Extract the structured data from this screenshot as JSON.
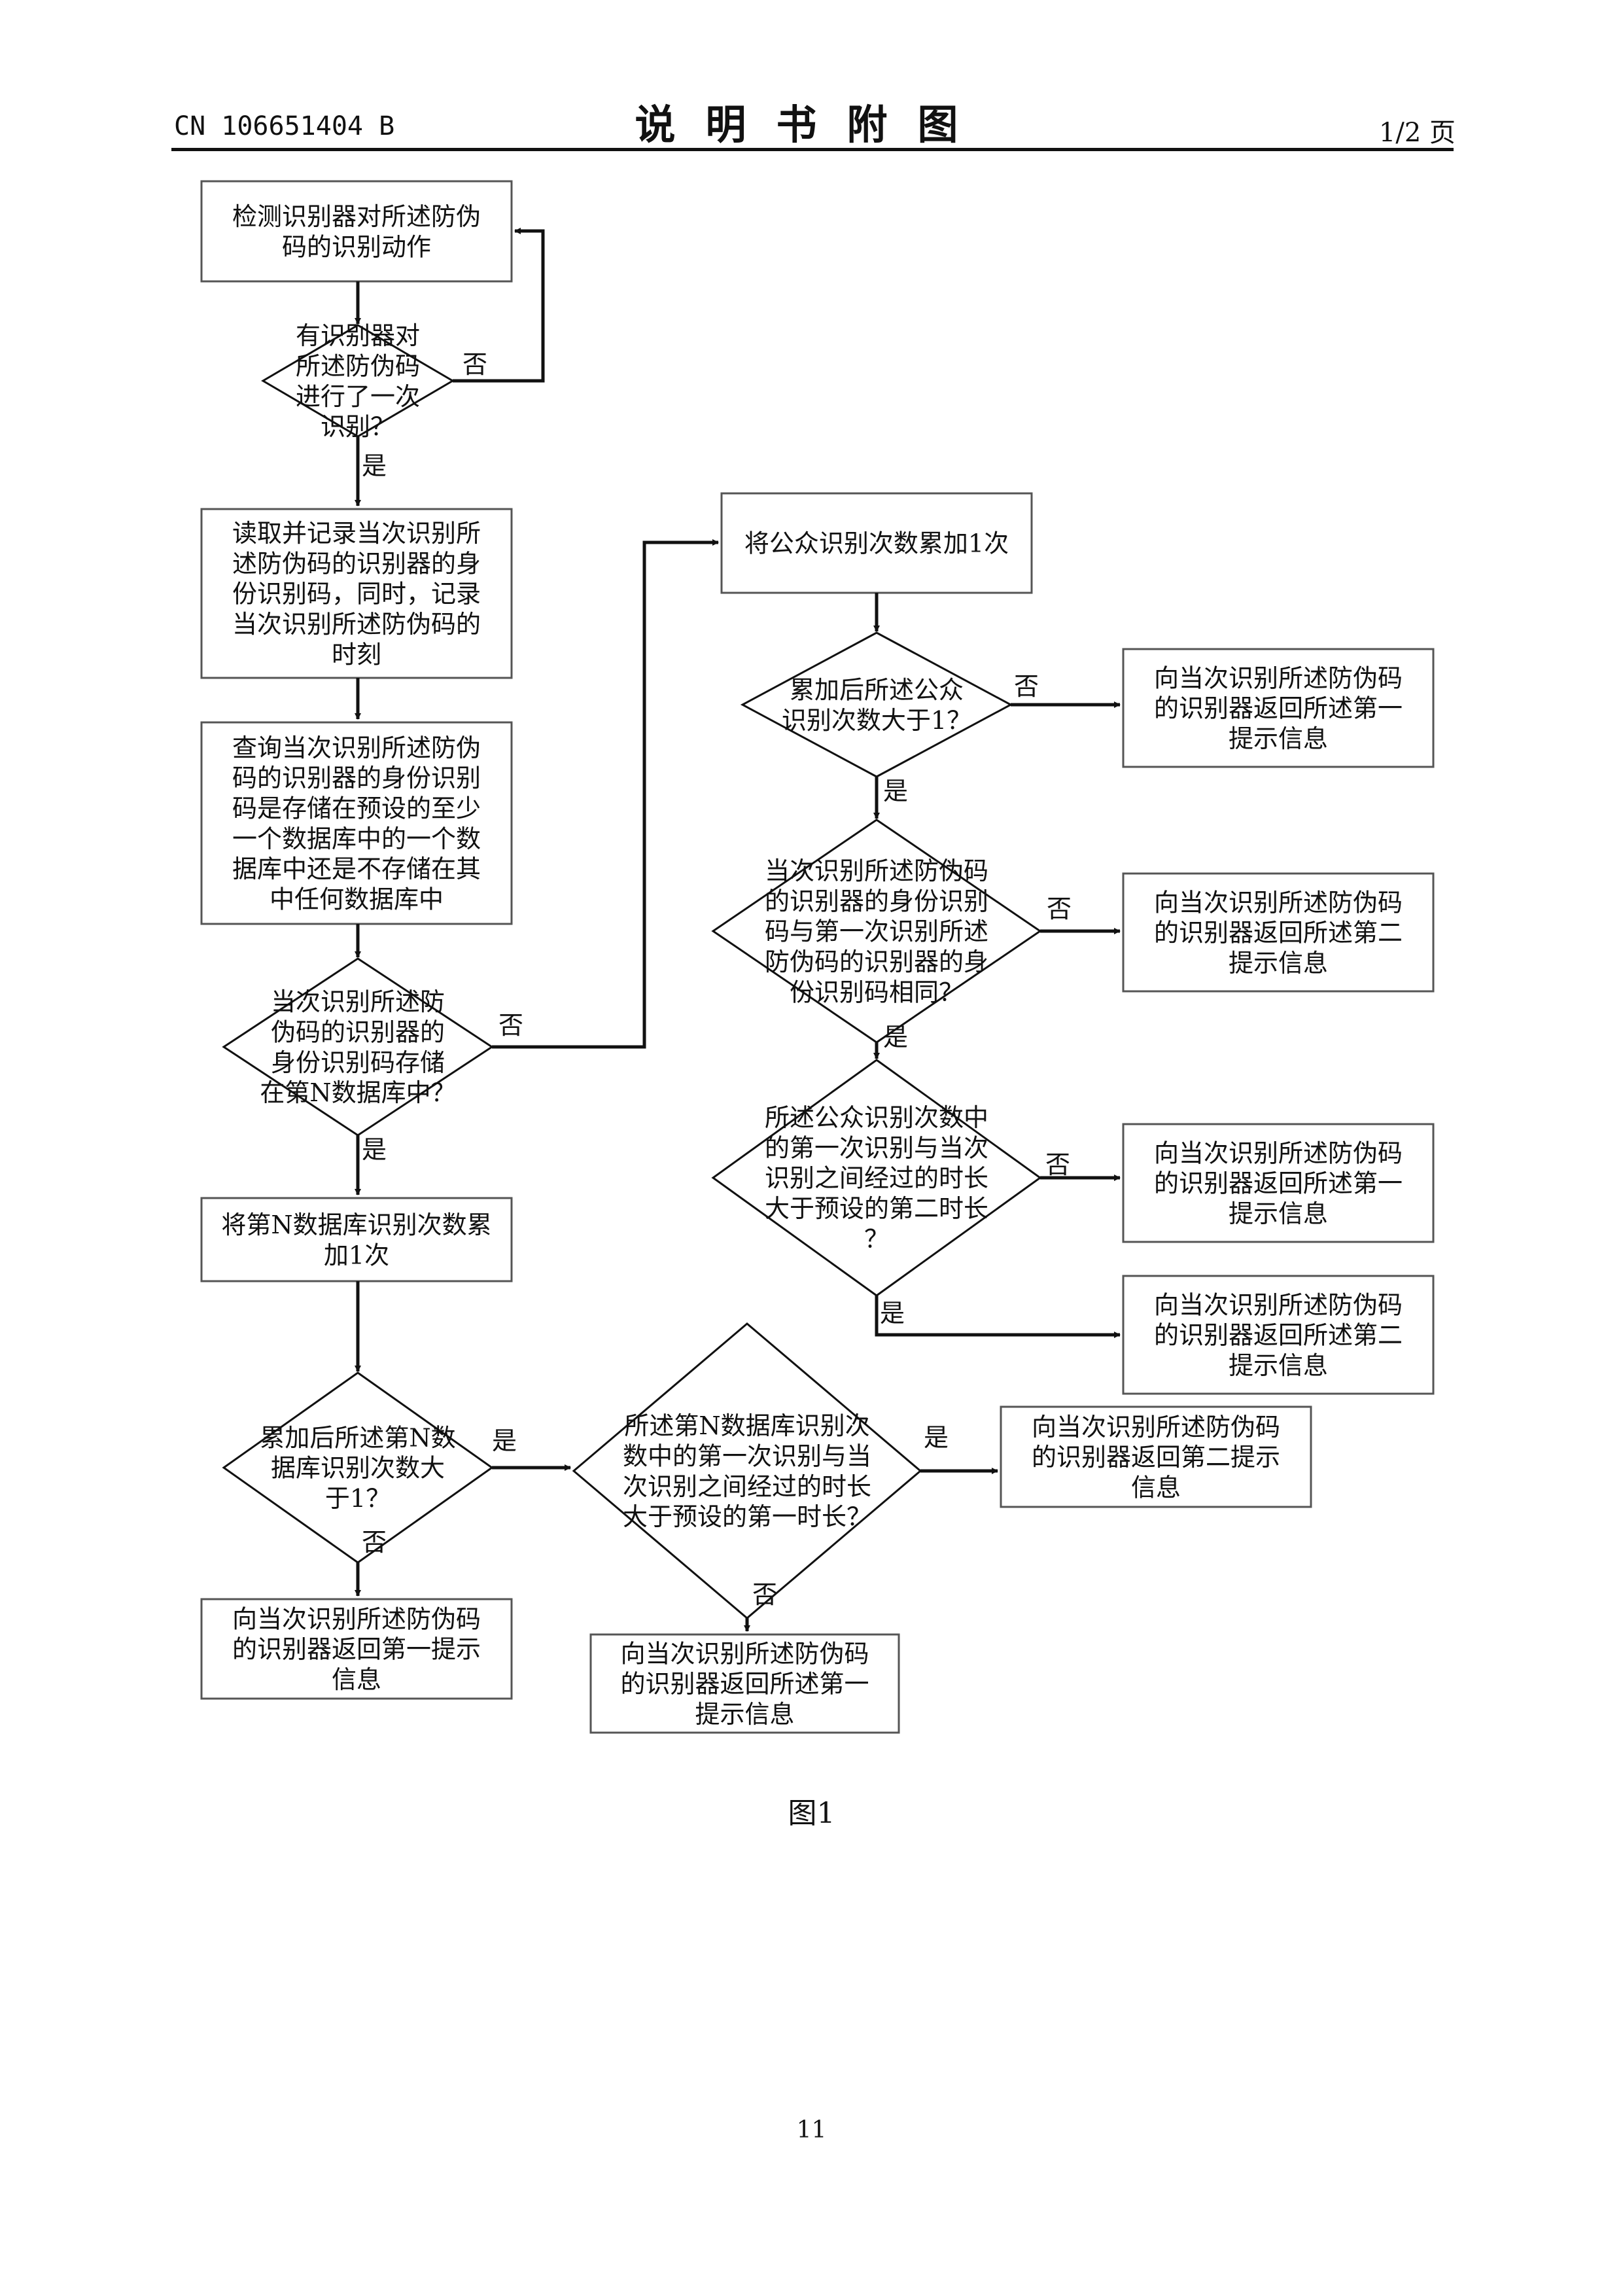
{
  "header": {
    "doc_number": "CN 106651404 B",
    "title": "说明书附图",
    "page_of": "1/2 页"
  },
  "figure_label": "图1",
  "page_number": "11",
  "flowchart": {
    "boxes": {
      "detect": [
        "检测识别器对所述防伪",
        "码的识别动作"
      ],
      "read": [
        "读取并记录当次识别所",
        "述防伪码的识别器的身",
        "份识别码，同时，记录",
        "当次识别所述防伪码的",
        "时刻"
      ],
      "query": [
        "查询当次识别所述防伪",
        "码的识别器的身份识别",
        "码是存储在预设的至少",
        "一个数据库中的一个数",
        "据库中还是不存储在其",
        "中任何数据库中"
      ],
      "add_n": [
        "将第N数据库识别次数累",
        "加1次"
      ],
      "first_hint_left": [
        "向当次识别所述防伪码",
        "的识别器返回第一提示",
        "信息"
      ],
      "first_hint_mid": [
        "向当次识别所述防伪码",
        "的识别器返回所述第一",
        "提示信息"
      ],
      "second_hint_mid": [
        "向当次识别所述防伪码",
        "的识别器返回第二提示",
        "信息"
      ],
      "add_public": [
        "将公众识别次数累加1次"
      ],
      "r_first_1": [
        "向当次识别所述防伪码",
        "的识别器返回所述第一",
        "提示信息"
      ],
      "r_second_1": [
        "向当次识别所述防伪码",
        "的识别器返回所述第二",
        "提示信息"
      ],
      "r_first_2": [
        "向当次识别所述防伪码",
        "的识别器返回所述第一",
        "提示信息"
      ],
      "r_second_2": [
        "向当次识别所述防伪码",
        "的识别器返回所述第二",
        "提示信息"
      ]
    },
    "decisions": {
      "d1": [
        "有识别器对",
        "所述防伪码",
        "进行了一次",
        "识别？"
      ],
      "d2": [
        "当次识别所述防",
        "伪码的识别器的",
        "身份识别码存储",
        "在第N数据库中？"
      ],
      "d3": [
        "累加后所述第N数",
        "据库识别次数大",
        "于1？"
      ],
      "d4": [
        "所述第N数据库识别次",
        "数中的第一次识别与当",
        "次识别之间经过的时长",
        "大于预设的第一时长？"
      ],
      "d5": [
        "累加后所述公众",
        "识别次数大于1？"
      ],
      "d6": [
        "当次识别所述防伪码",
        "的识别器的身份识别",
        "码与第一次识别所述",
        "防伪码的识别器的身",
        "份识别码相同？"
      ],
      "d7": [
        "所述公众识别次数中",
        "的第一次识别与当次",
        "识别之间经过的时长",
        "大于预设的第二时长",
        "？"
      ]
    },
    "edge_labels": {
      "yes": "是",
      "no": "否"
    }
  }
}
